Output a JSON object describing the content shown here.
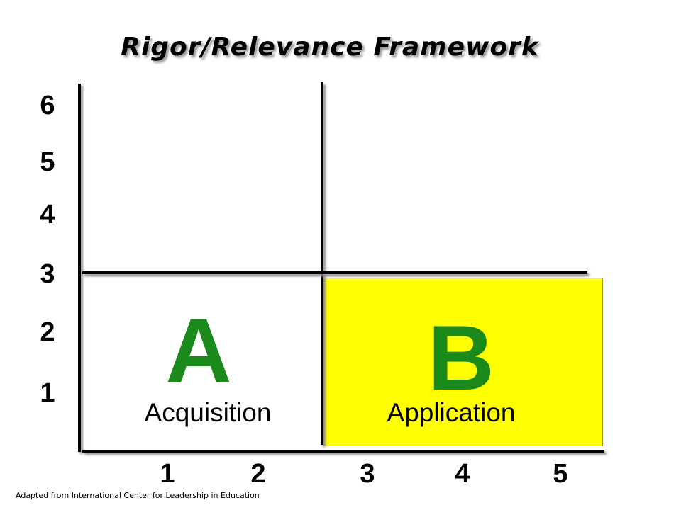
{
  "title": "Rigor/Relevance Framework",
  "y_ticks": [
    "6",
    "5",
    "4",
    "3",
    "2",
    "1"
  ],
  "x_ticks": [
    "1",
    "2",
    "3",
    "4",
    "5"
  ],
  "quadrants": [
    {
      "letter": "A",
      "label": "Acquisition",
      "fill": "#ffffff"
    },
    {
      "letter": "B",
      "label": "Application",
      "fill": "#ffff00"
    }
  ],
  "letter_color": "#1a8a1a",
  "credit": "Adapted from International Center for Leadership in Education"
}
